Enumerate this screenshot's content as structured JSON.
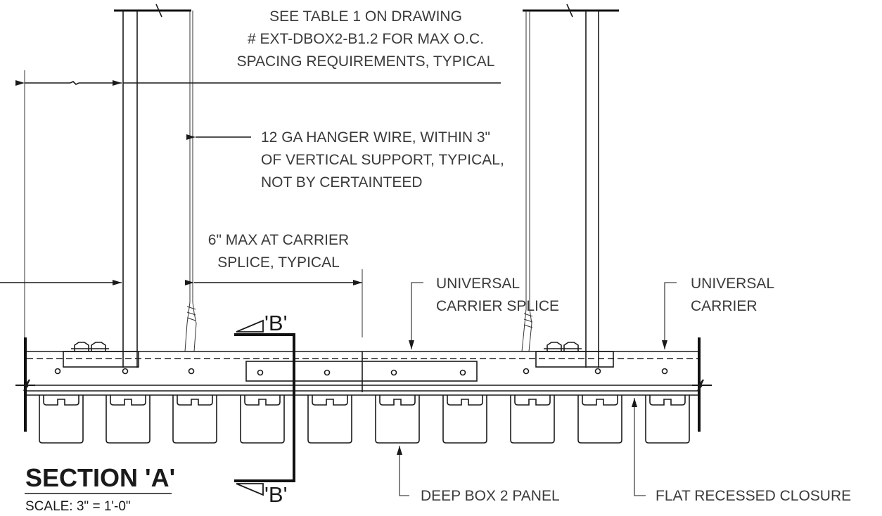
{
  "drawing": {
    "notes": {
      "table_ref": [
        "SEE TABLE 1 ON DRAWING",
        "# EXT-DBOX2-B1.2 FOR MAX O.C.",
        "SPACING REQUIREMENTS, TYPICAL"
      ],
      "hanger_wire": [
        "12 GA HANGER WIRE, WITHIN 3\"",
        "OF VERTICAL SUPPORT, TYPICAL,",
        "NOT BY CERTAINTEED"
      ],
      "splice_max": [
        "6\" MAX AT CARRIER",
        "SPLICE, TYPICAL"
      ],
      "carrier_splice": [
        "UNIVERSAL",
        "CARRIER SPLICE"
      ],
      "carrier": [
        "UNIVERSAL",
        "CARRIER"
      ],
      "panel": "DEEP BOX 2 PANEL",
      "closure": "FLAT RECESSED CLOSURE"
    },
    "section_marks": {
      "top": "'B'",
      "bottom": "'B'"
    },
    "title": "SECTION 'A'",
    "scale": "SCALE: 3\" = 1'-0\""
  }
}
